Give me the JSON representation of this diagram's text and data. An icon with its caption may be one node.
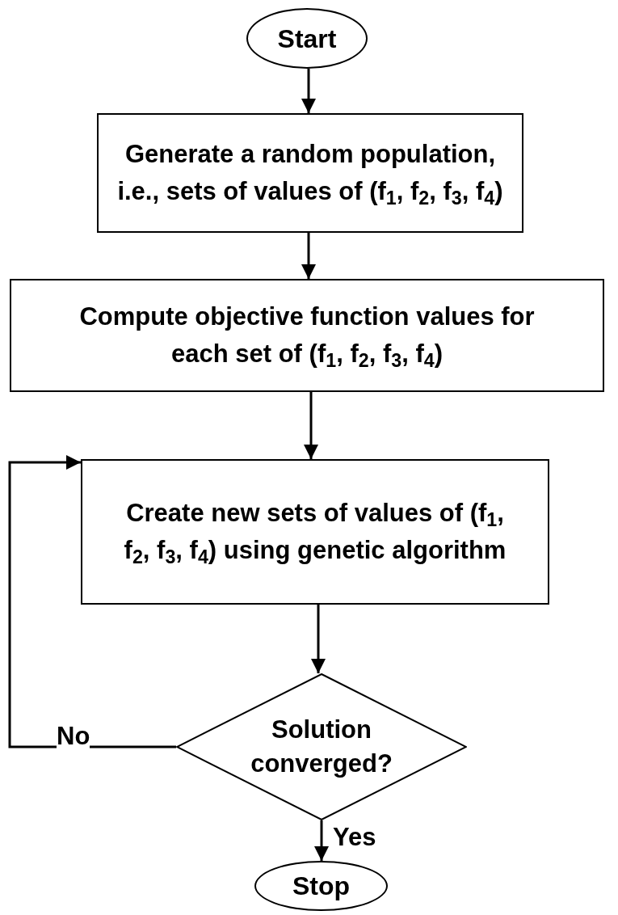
{
  "diagram": {
    "nodes": [
      {
        "text": [
          "Start"
        ]
      },
      {
        "text": [
          "Generate a random population, i.e., sets of values of (f$_{1}$, f$_{2}$, f$_{3}$, f$_{4}$)"
        ]
      },
      {
        "text": [
          "Compute objective function values for each set of (f$_{1}$, f$_{2}$, f$_{3}$, f$_{4}$)"
        ]
      },
      {
        "text": [
          "Create new sets of values of (f$_{1}$, f$_{2}$, f$_{3}$, f$_{4}$) using genetic algorithm"
        ]
      },
      {
        "text": [
          "Solution converged?"
        ]
      },
      {
        "text": [
          "Stop"
        ]
      }
    ],
    "edges": [
      {
        "from": 0,
        "to": 1,
        "arrow": "to"
      },
      {
        "from": 1,
        "to": 2,
        "arrow": "to"
      },
      {
        "from": 2,
        "to": 3,
        "arrow": "to"
      },
      {
        "from": 3,
        "to": 4,
        "arrow": "to"
      },
      {
        "from": 4,
        "to": 3,
        "arrow": "to",
        "label": "No"
      },
      {
        "from": 4,
        "to": 5,
        "arrow": "to",
        "label": "Yes"
      }
    ]
  }
}
